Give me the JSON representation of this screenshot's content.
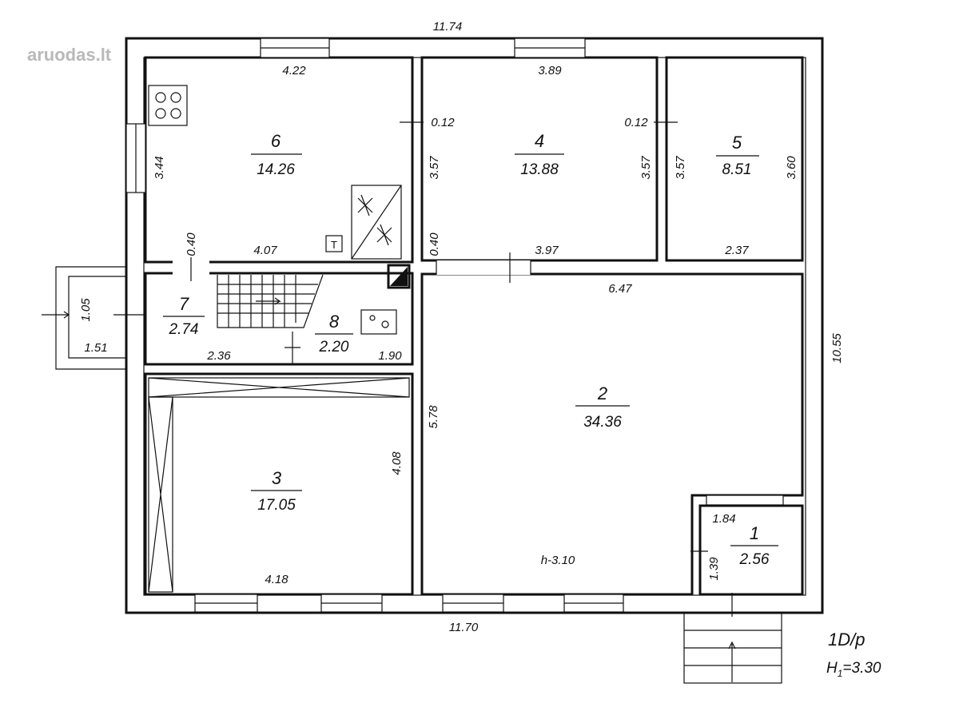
{
  "watermark": "aruodas.lt",
  "plan_code": "1D/p",
  "floor_height": {
    "prefix": "H",
    "sub": "1",
    "value": "=3.30"
  },
  "room_height": "h-3.10",
  "rooms": [
    {
      "number": "6",
      "area": "14.26"
    },
    {
      "number": "4",
      "area": "13.88"
    },
    {
      "number": "5",
      "area": "8.51"
    },
    {
      "number": "7",
      "area": "2.74"
    },
    {
      "number": "8",
      "area": "2.20"
    },
    {
      "number": "2",
      "area": "34.36"
    },
    {
      "number": "3",
      "area": "17.05"
    },
    {
      "number": "1",
      "area": "2.56"
    }
  ],
  "dims": {
    "top_total": "11.74",
    "bottom_total": "11.70",
    "right_total": "10.55",
    "r6_top": "4.22",
    "r6_left": "3.44",
    "r6_bottom": "4.07",
    "wall_a": "0.12",
    "r6_opening": "0.40",
    "r4_top": "3.89",
    "r4_left": "3.57",
    "r4_right": "3.57",
    "r4_bottom": "3.97",
    "r4_opening": "0.40",
    "wall_b": "0.12",
    "r5_left": "3.57",
    "r5_right": "3.60",
    "r5_bottom": "2.37",
    "porch_depth": "1.05",
    "porch_width": "1.51",
    "r7_bottom": "2.36",
    "r8_bottom": "1.90",
    "r2_top": "6.47",
    "r2_left": "5.78",
    "r3_right": "4.08",
    "r3_bottom": "4.18",
    "r1_top": "1.84",
    "r1_left": "1.39"
  },
  "symbols": {
    "boiler": "T"
  }
}
